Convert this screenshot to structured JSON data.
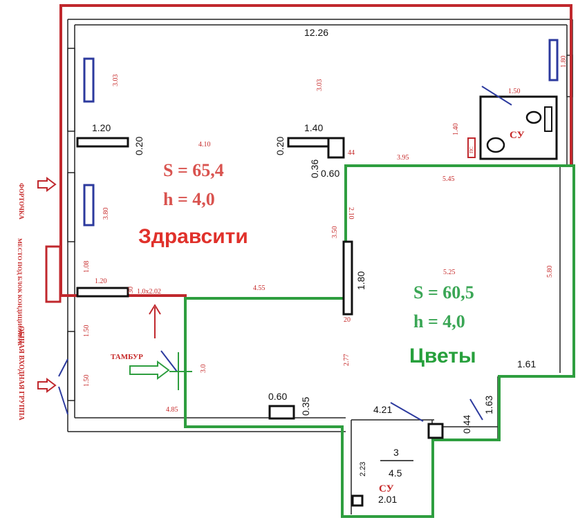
{
  "room_red": {
    "area": "S = 65,4",
    "height": "h = 4,0",
    "name": "Здравсити"
  },
  "room_green": {
    "area": "S = 60,5",
    "height": "h = 4,0",
    "name": "Цветы"
  },
  "dims_black": {
    "top": "12.26",
    "w120": "1.20",
    "d020a": "0.20",
    "w140": "1.40",
    "d020b": "0.20",
    "d036": "0.36",
    "d060": "0.60",
    "d180": "1.80",
    "d161": "1.61",
    "d163": "1.63",
    "d044": "0.44",
    "d421": "4.21",
    "d060b": "0.60",
    "d035": "0.35",
    "su_num": "3",
    "su_den": "4.5",
    "d201": "2.01",
    "d223": "2.23"
  },
  "dims_red": {
    "v303a": "3.03",
    "v303b": "3.03",
    "h410": "4.10",
    "h150": "1.50",
    "v140": "1.40",
    "v180": "1.80",
    "h44": "44",
    "h395": "3.95",
    "h545": "5.45",
    "v210": "2.10",
    "v350": "3.50",
    "v380": "3.80",
    "h525": "5.25",
    "v580": "5.80",
    "v108": "1.08",
    "h120": "1.20",
    "h30": "30",
    "door": "1.0x2.02",
    "h455": "4.55",
    "h20": "20",
    "v150": "1.50",
    "v277": "2.77",
    "v30": "3.0",
    "v150b": "1.50",
    "h485": "4.85",
    "su": "СУ",
    "su2": "СУ",
    "small": "ПС"
  },
  "labels": {
    "fortochka": "ФОРТОЧКА",
    "conditioner": "МЕСТО ПОД БЛОК КОНДИЦИОНЕРА",
    "tambur": "ТАМБУР",
    "entrance": "ОБЩАЯ ВХОДНАЯ ГРУППА"
  },
  "colors": {
    "red": "#c0282d",
    "green": "#2e9e3f",
    "blue": "#2c3a9e",
    "wall": "#222222"
  }
}
